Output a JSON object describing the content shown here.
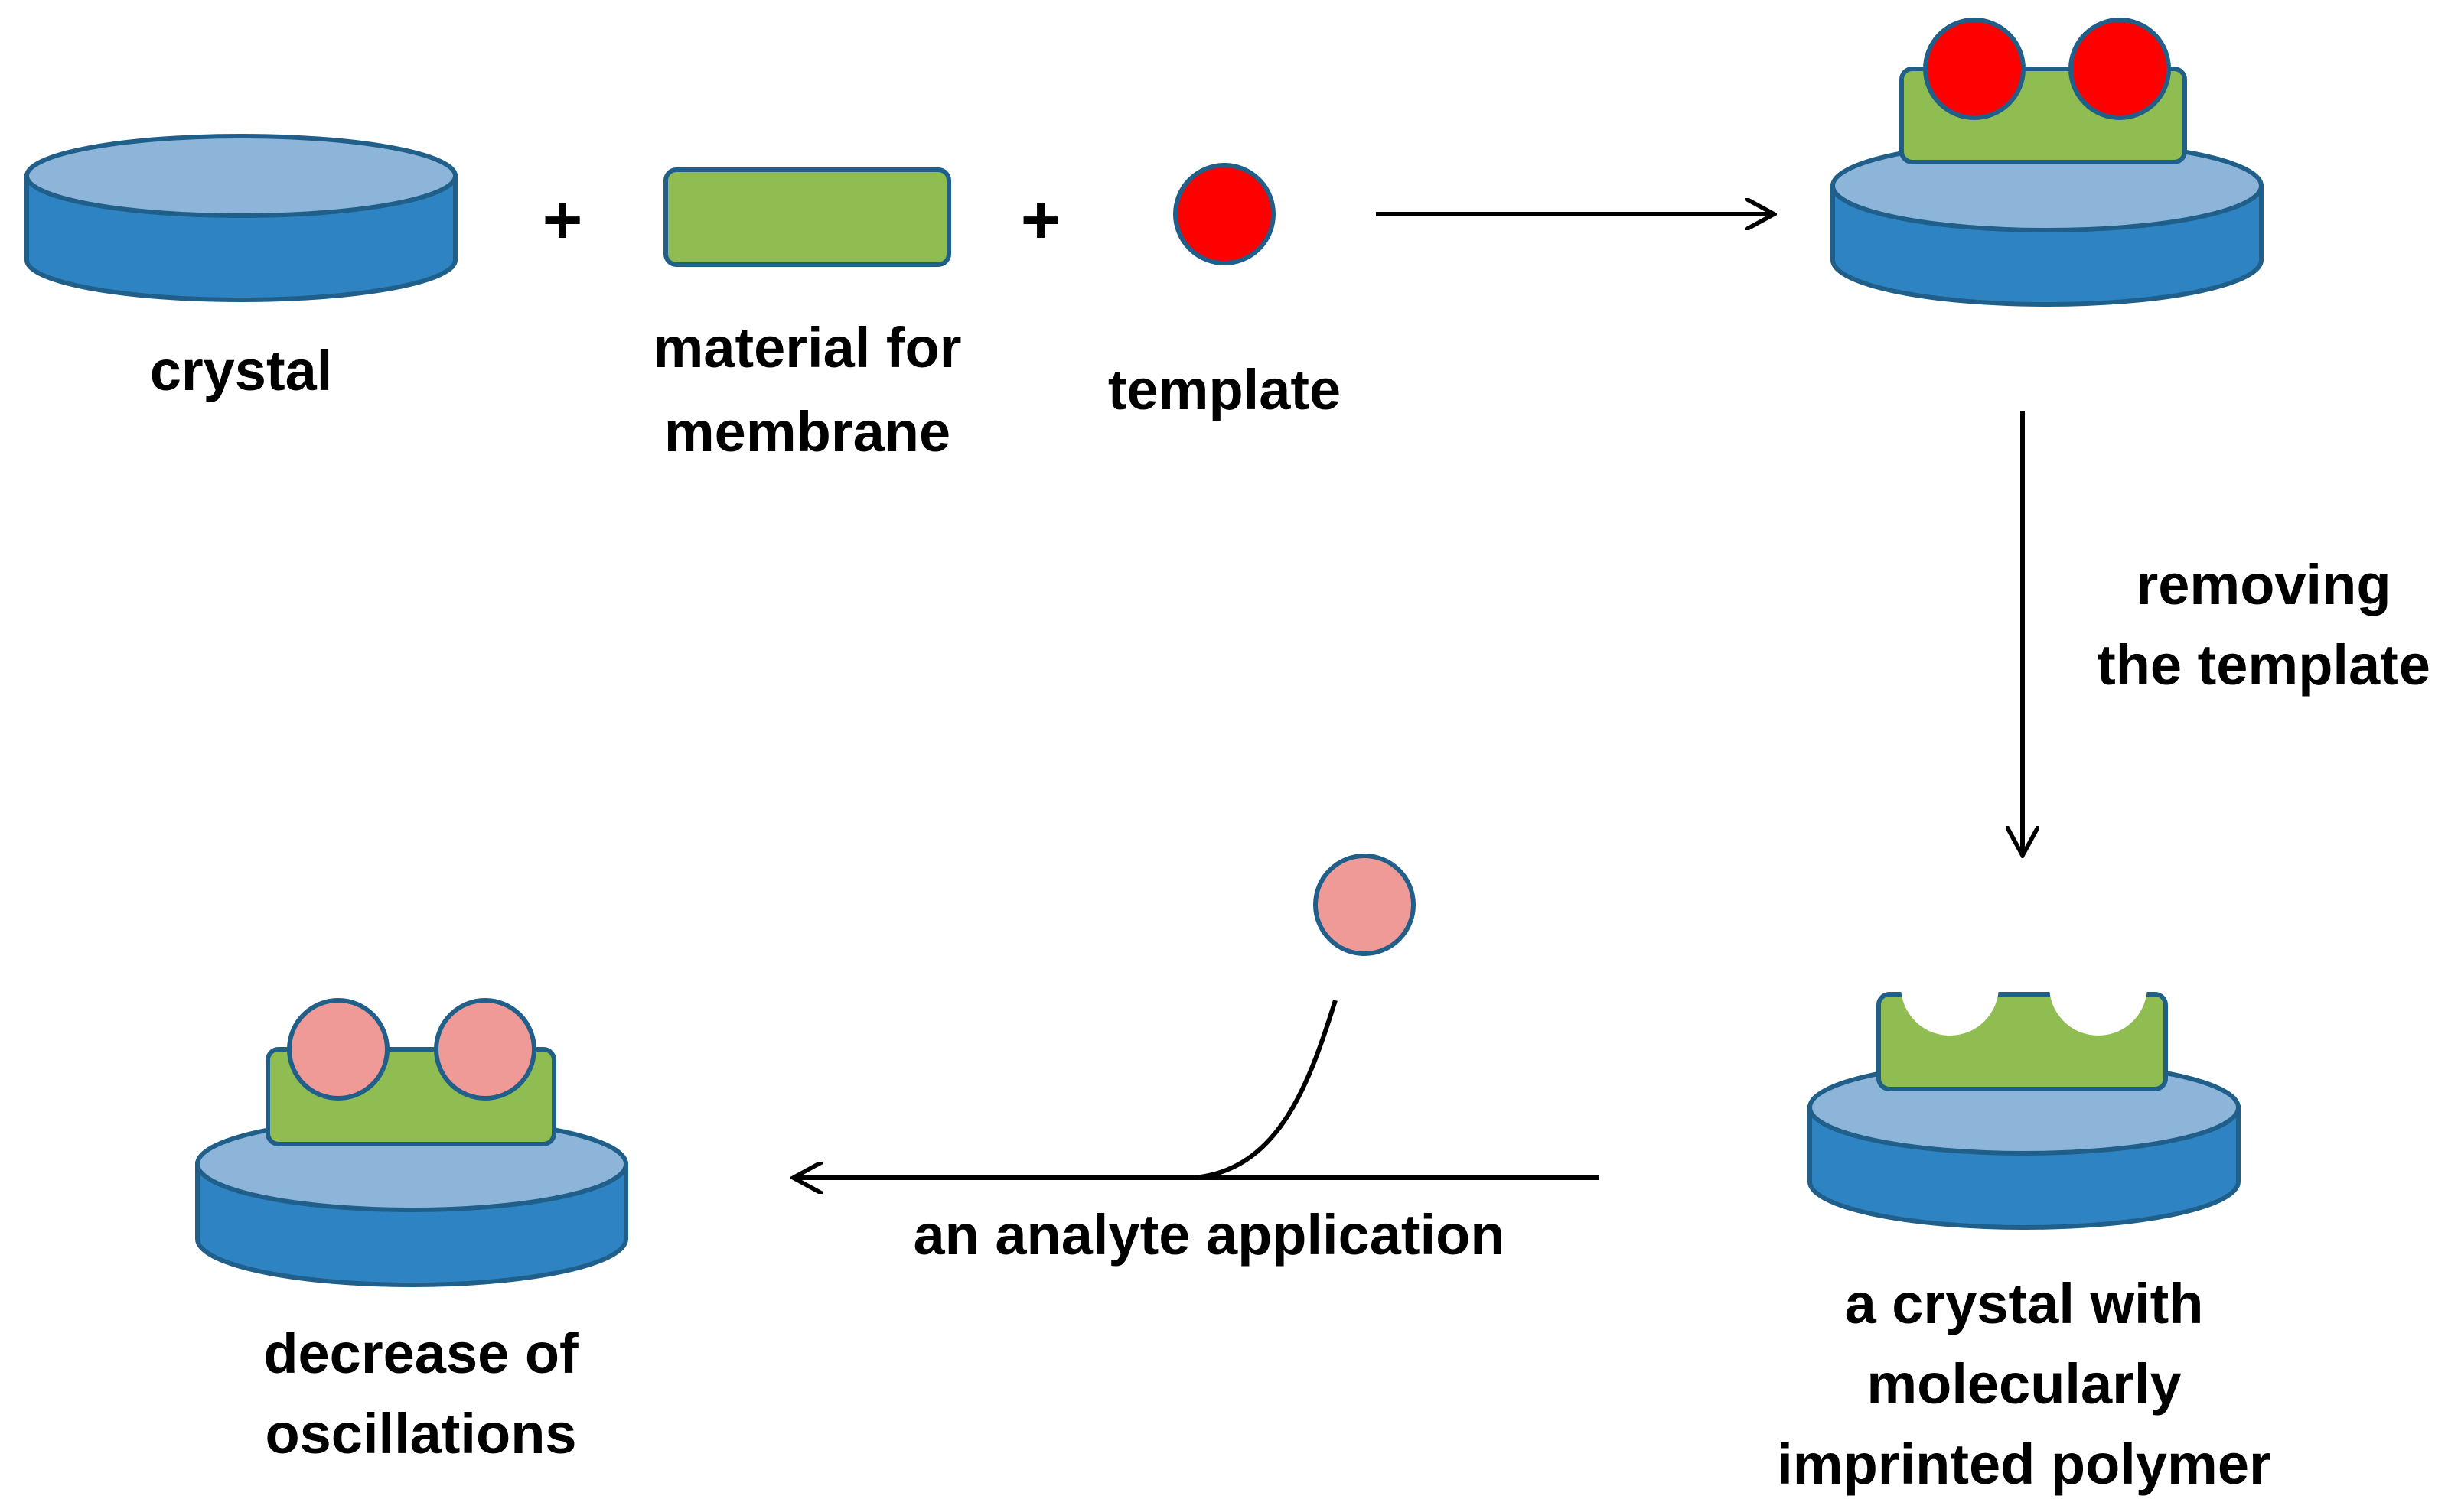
{
  "colors": {
    "crystal_top": "#8db4d9",
    "crystal_side": "#2e84c2",
    "outline": "#1f5f8a",
    "membrane": "#8fbd52",
    "template": "#ff0000",
    "analyte": "#ef9a96",
    "arrow": "#000000"
  },
  "labels": {
    "crystal": "crystal",
    "membrane_line1": "material for",
    "membrane_line2": "membrane",
    "template": "template",
    "plus_1": "+",
    "plus_2": "+",
    "removing_line1": "removing",
    "removing_line2": "the template",
    "mip_line1": "a crystal with",
    "mip_line2": "molecularly",
    "mip_line3": "imprinted polymer",
    "analyte_application": "an analyte application",
    "decrease_line1": "decrease of",
    "decrease_line2": "oscillations"
  }
}
